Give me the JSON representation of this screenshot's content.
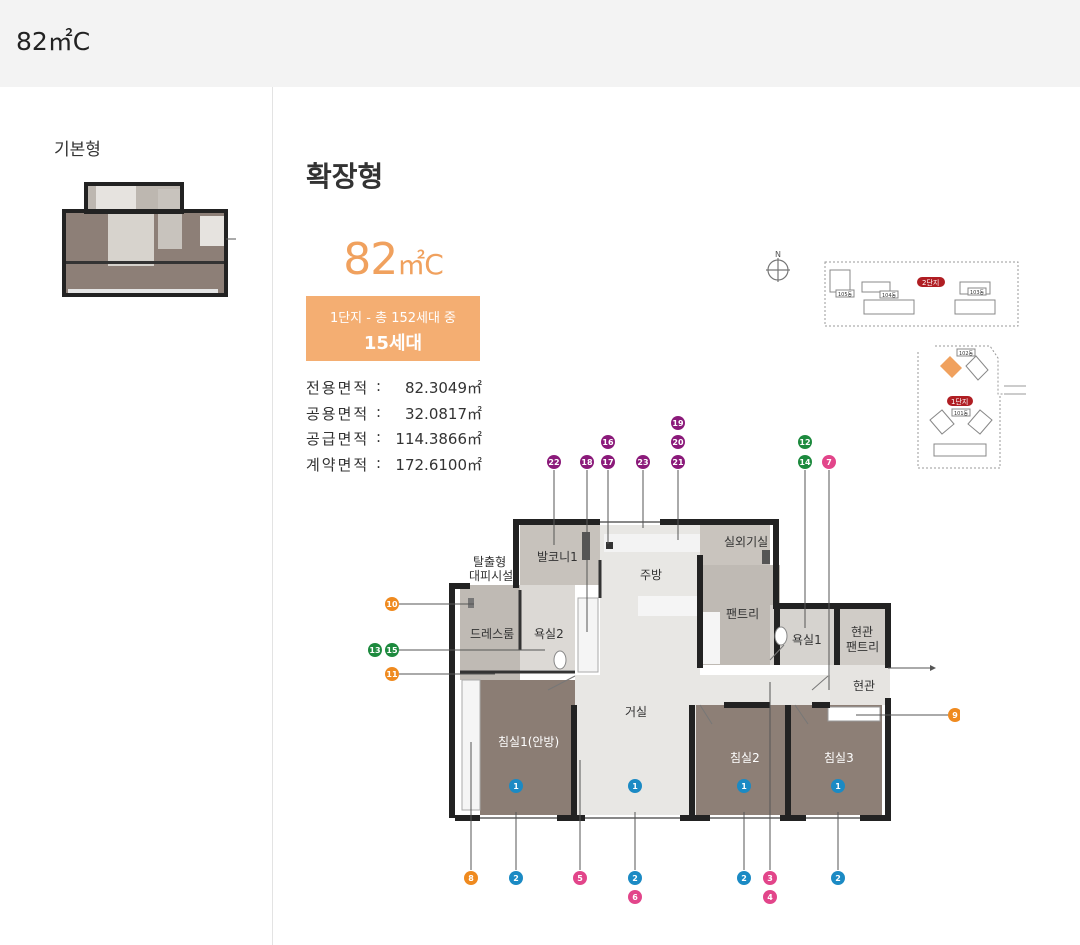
{
  "header": {
    "title": "82㎡C"
  },
  "left": {
    "title": "기본형"
  },
  "right": {
    "title": "확장형",
    "type_number": "82",
    "type_unit": "㎡C",
    "box_line1": "1단지 - 총 152세대 중",
    "box_line2": "15세대"
  },
  "areas": [
    {
      "label": "전용면적",
      "value": "82.3049㎡"
    },
    {
      "label": "공용면적",
      "value": "32.0817㎡"
    },
    {
      "label": "공급면적",
      "value": "114.3866㎡"
    },
    {
      "label": "계약면적",
      "value": "172.6100㎡"
    }
  ],
  "rooms": {
    "escape": "탈출형",
    "escape2": "대피시설",
    "balcony": "발코니1",
    "kitchen": "주방",
    "utility": "실외기실",
    "pantry": "팬트리",
    "dressroom": "드레스룸",
    "bath2": "욕실2",
    "bath1": "욕실1",
    "entrance_pantry1": "현관",
    "entrance_pantry2": "팬트리",
    "entrance": "현관",
    "living": "거실",
    "bed1": "침실1(안방)",
    "bed2": "침실2",
    "bed3": "침실3"
  },
  "markers": {
    "m22": "22",
    "m18": "18",
    "m16": "16",
    "m17": "17",
    "m23": "23",
    "m19": "19",
    "m20": "20",
    "m21": "21",
    "m12": "12",
    "m14": "14",
    "m7": "7",
    "m10": "10",
    "m13": "13",
    "m15": "15",
    "m11": "11",
    "m9": "9",
    "m1": "1",
    "m8": "8",
    "m2": "2",
    "m5": "5",
    "m6": "6",
    "m3": "3",
    "m4": "4"
  },
  "locator": {
    "compass": "N",
    "complex2": "2단지",
    "complex1": "1단지",
    "b105": "105동",
    "b104": "104동",
    "b103": "103동",
    "b102": "102동",
    "b101": "101동"
  },
  "colors": {
    "accent_orange": "#f0a15e",
    "box_orange": "#f4ae72",
    "marker_purple": "#8b1a7a",
    "marker_green": "#1d8a3e",
    "marker_pink": "#e2458a",
    "marker_orange": "#ef8a1f",
    "marker_blue": "#1b8ac4",
    "complex_red": "#b01e23"
  },
  "icons": [
    "compass-icon",
    "floor-plan-thumbnail"
  ]
}
